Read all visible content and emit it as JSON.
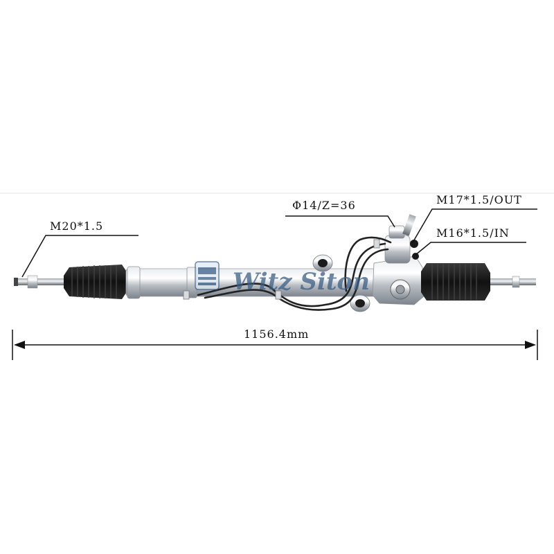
{
  "labels": {
    "left_thread": "M20*1.5",
    "pinion": "Φ14/Z=36",
    "out_port": "M17*1.5/OUT",
    "in_port": "M16*1.5/IN",
    "overall_length": "1156.4mm"
  },
  "watermark": {
    "text": "Witz Siton"
  },
  "colors": {
    "background": "#ffffff",
    "boot": "#1a1a1a",
    "housing": "#c9cdd2",
    "pipe": "#222222",
    "watermark": "#3a5f86",
    "dimension_line": "#111111"
  }
}
